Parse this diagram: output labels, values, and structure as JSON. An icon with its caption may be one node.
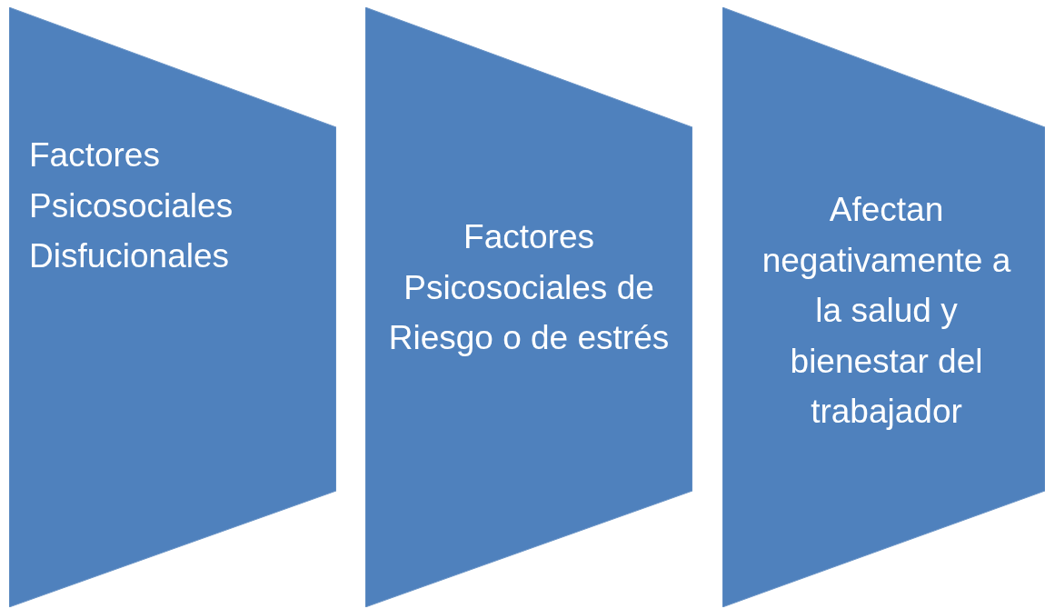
{
  "diagram": {
    "nodes": [
      {
        "text": [
          "Factores Psicosociales Disfucionales"
        ]
      },
      {
        "text": [
          "Factores Psicosociales de Riesgo o de estrés"
        ]
      },
      {
        "text": [
          "Afectan negativamente a la salud y bienestar del trabajador"
        ]
      }
    ]
  }
}
